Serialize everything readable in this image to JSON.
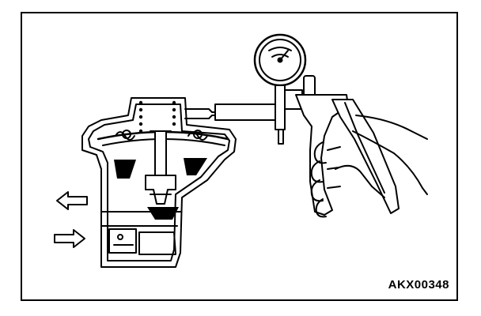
{
  "figure": {
    "code": "AKX00348",
    "line_color": "#000000",
    "fill_color": "#ffffff",
    "parts": [
      {
        "id": "vacuum-gauge",
        "icon": "gauge-icon"
      },
      {
        "id": "hand-vacuum-pump",
        "icon": "pump-icon"
      },
      {
        "id": "hand",
        "icon": "hand-icon"
      },
      {
        "id": "valve-body",
        "icon": "valve-icon"
      },
      {
        "id": "outlet-arrow",
        "icon": "arrow-left-icon"
      },
      {
        "id": "inlet-arrow",
        "icon": "arrow-right-icon"
      }
    ]
  }
}
